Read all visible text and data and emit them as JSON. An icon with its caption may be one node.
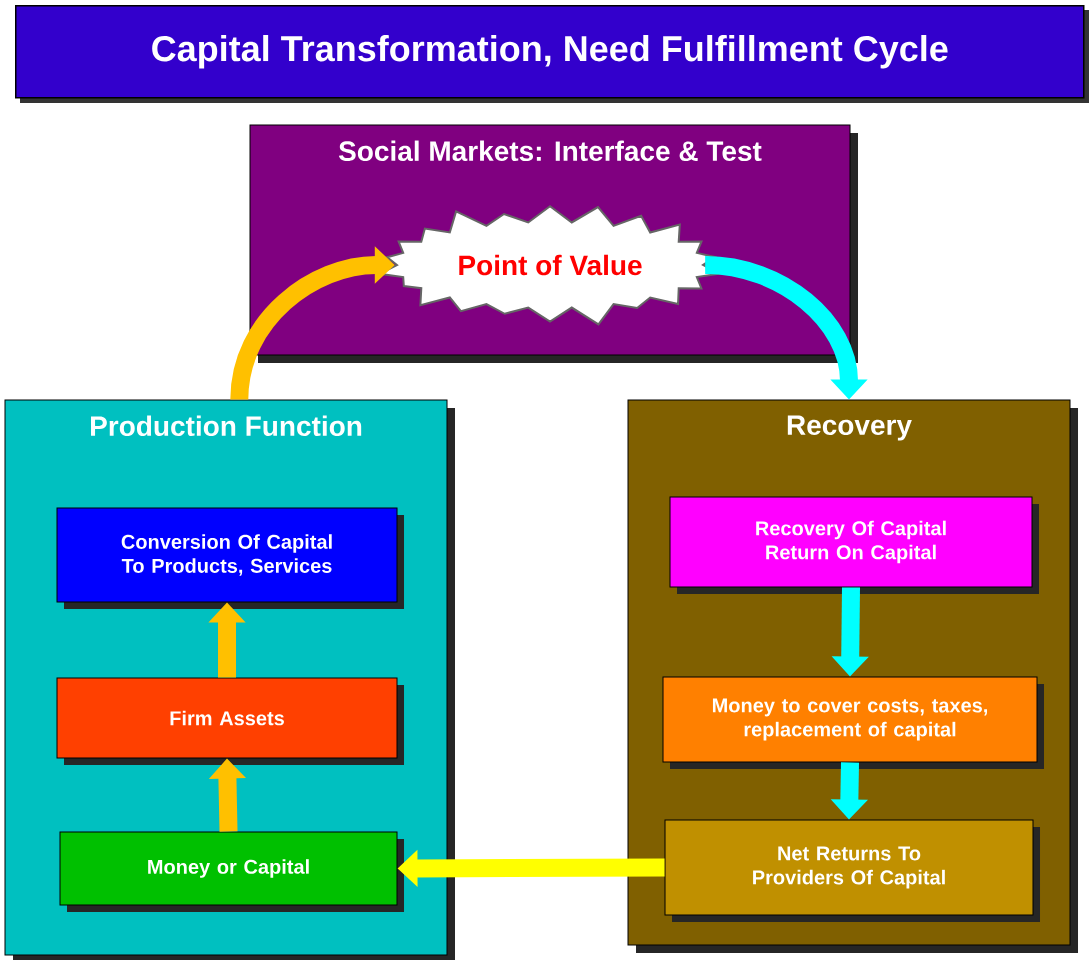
{
  "diagram": {
    "title": "Capital Transformation, Need Fulfillment Cycle",
    "nodes": [
      {
        "text": [
          "Social Markets: Interface & Test"
        ]
      },
      {
        "text": [
          "Point of Value"
        ],
        "in": 0
      },
      {
        "text": [
          "Production Function"
        ]
      },
      {
        "text": [
          "Conversion Of Capital To Products, Services"
        ],
        "in": 2
      },
      {
        "text": [
          "Firm Assets"
        ],
        "in": 2
      },
      {
        "text": [
          "Money or Capital"
        ],
        "in": 2
      },
      {
        "text": [
          "Recovery"
        ]
      },
      {
        "text": [
          "Recovery Of Capital Return On Capital"
        ],
        "in": 6
      },
      {
        "text": [
          "Money to cover costs, taxes, replacement of capital"
        ],
        "in": 6
      },
      {
        "text": [
          "Net Returns To Providers Of Capital"
        ],
        "in": 6
      }
    ],
    "edges": [
      {
        "from": 2,
        "to": 1,
        "arrow": "to",
        "color": "#ffc000"
      },
      {
        "from": 1,
        "to": 6,
        "arrow": "to",
        "color": "#00ffff"
      },
      {
        "from": 5,
        "to": 4,
        "arrow": "to",
        "color": "#ffc000"
      },
      {
        "from": 4,
        "to": 3,
        "arrow": "to",
        "color": "#ffc000"
      },
      {
        "from": 7,
        "to": 8,
        "arrow": "to",
        "color": "#00ffff"
      },
      {
        "from": 8,
        "to": 9,
        "arrow": "to",
        "color": "#00ffff"
      },
      {
        "from": 9,
        "to": 5,
        "arrow": "to",
        "color": "#ffff00"
      }
    ]
  }
}
